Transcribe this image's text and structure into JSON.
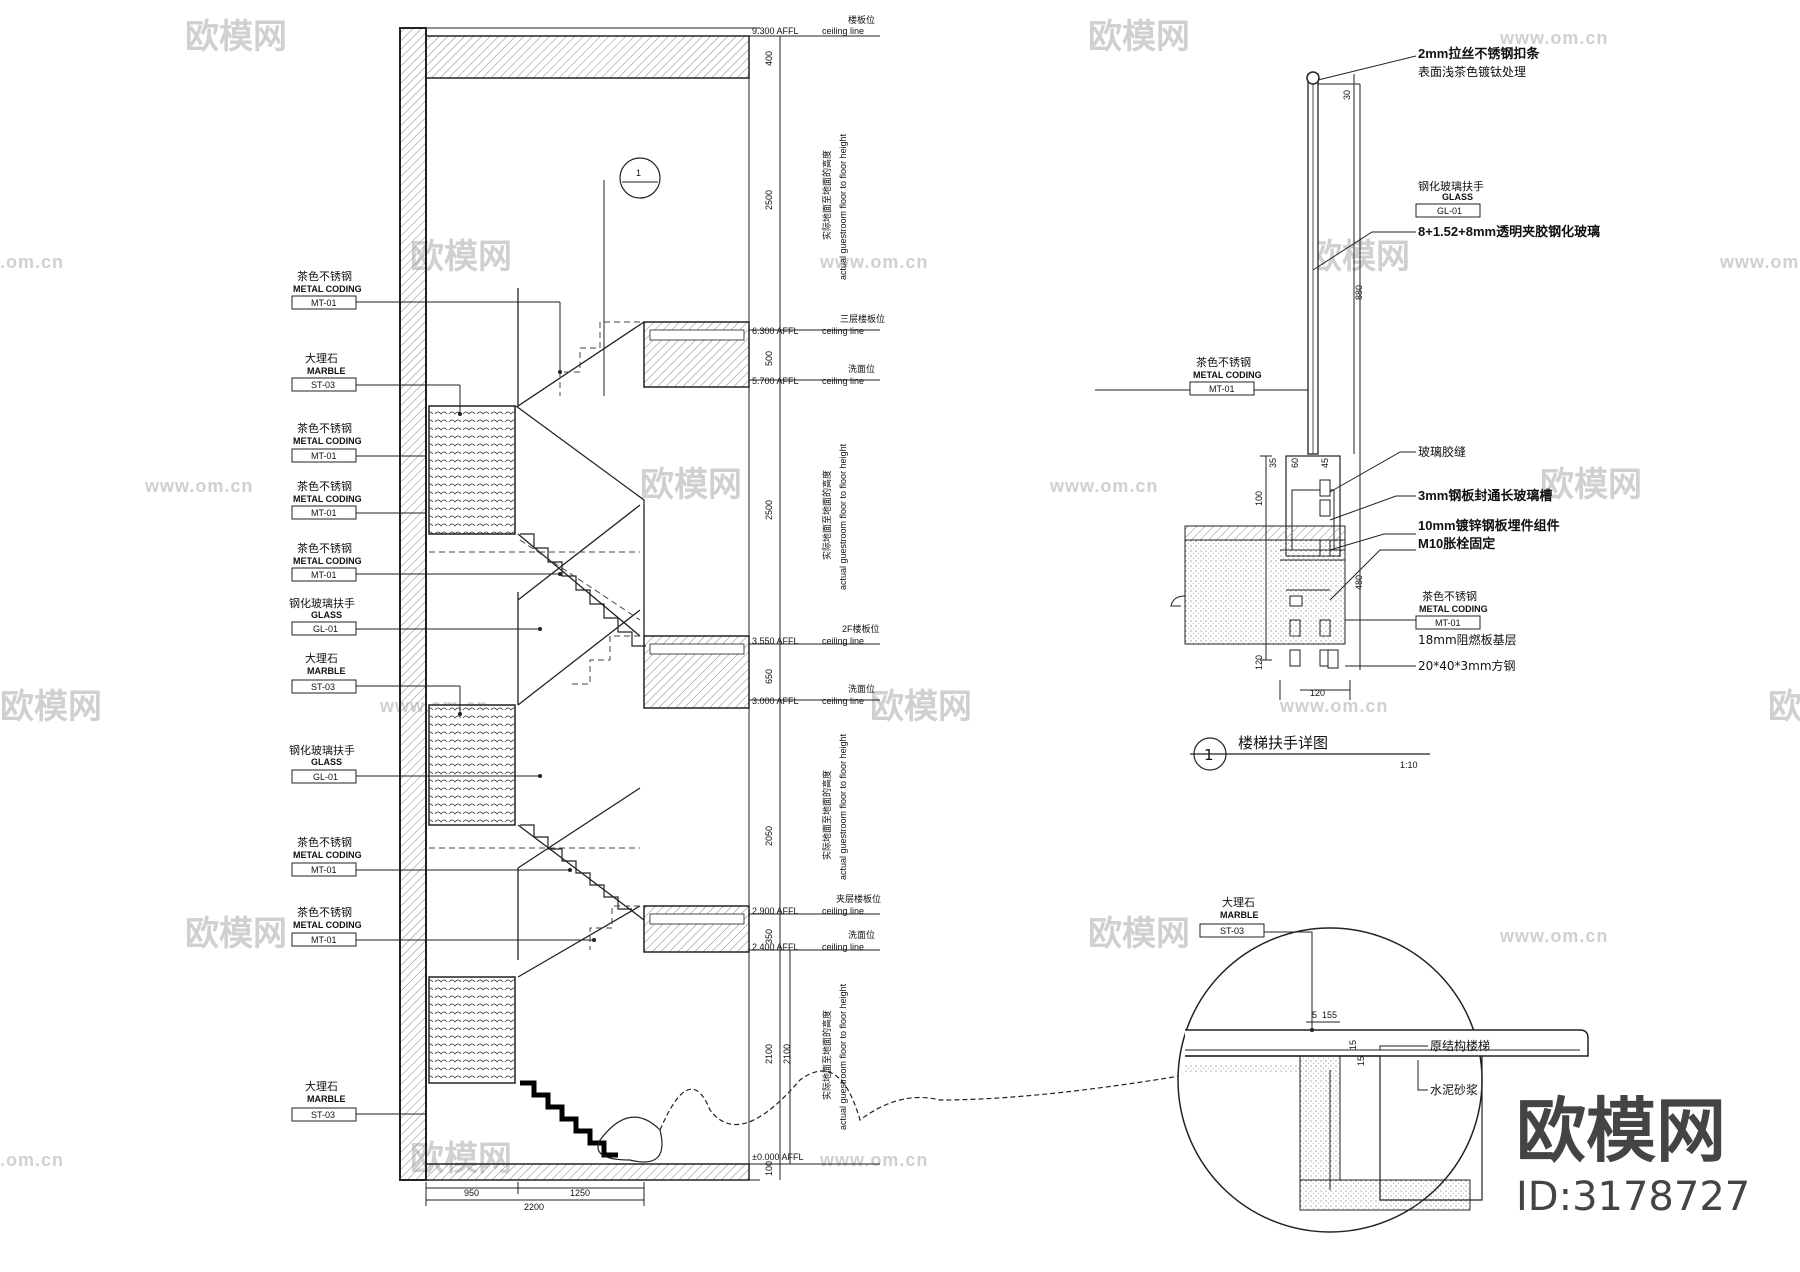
{
  "watermark": {
    "cn": "欧模网",
    "url": "www.om.cn",
    "url_short": ".om.cn"
  },
  "brand": {
    "name": "欧模网",
    "id": "ID:3178727"
  },
  "materials": {
    "mt01": {
      "cn": "茶色不锈钢",
      "en": "METAL CODING",
      "code": "MT-01"
    },
    "st03": {
      "cn": "大理石",
      "en": "MARBLE",
      "code": "ST-03"
    },
    "gl01": {
      "cn": "钢化玻璃扶手",
      "en": "GLASS",
      "code": "GL-01"
    }
  },
  "levels": {
    "ceiling_line": "ceiling line",
    "top": "楼板位",
    "floor3": "三层楼板位",
    "wash3": "洗面位",
    "floor2": "2F楼板位",
    "wash2": "洗面位",
    "floor1": "夹层楼板位",
    "wash1": "洗面位",
    "afl_top": "9.300 AFFL",
    "afl_3": "6.300 AFFL",
    "afl_3b": "5.700 AFFL",
    "afl_2": "3.550 AFFL",
    "afl_2b": "3.000 AFFL",
    "afl_1": "2.900 AFFL",
    "afl_1b": "2.400 AFFL",
    "afl_0": "±0.000 AFFL"
  },
  "dims_right": [
    "400",
    "2500",
    "500",
    "2500",
    "650",
    "2050",
    "350",
    "2100",
    "100"
  ],
  "dims_inner": [
    "2100"
  ],
  "dims_bottom": [
    "950",
    "1250",
    "2200"
  ],
  "height_note_cn": "实际地面至地面的高度",
  "height_note_en": "actual guestroom floor to floor height",
  "callout_number": "1",
  "detail1": {
    "title": "楼梯扶手详图",
    "scale": "1:10",
    "number": "1",
    "notes": {
      "n1a": "2mm拉丝不锈钢扣条",
      "n1b": "表面浅茶色镀钛处理",
      "n2": "8+1.52+8mm透明夹胶钢化玻璃",
      "n3": "玻璃胶缝",
      "n4": "3mm钢板封通长玻璃槽",
      "n5a": "10mm镀锌钢板埋件组件",
      "n5b": "M10胀栓固定",
      "n6": "18mm阻燃板基层",
      "n7": "20*40*3mm方钢"
    },
    "dims": {
      "d1": "30",
      "d2": "880",
      "d3": "480",
      "d4": "120",
      "d5": "100",
      "d6": "120",
      "d7": "60",
      "d8": "45",
      "d9": "35"
    }
  },
  "detail2": {
    "notes": {
      "n1": "原结构楼梯",
      "n2": "水泥砂浆"
    },
    "dims": {
      "a": "5",
      "b": "155",
      "c": "15",
      "d": "15"
    }
  }
}
